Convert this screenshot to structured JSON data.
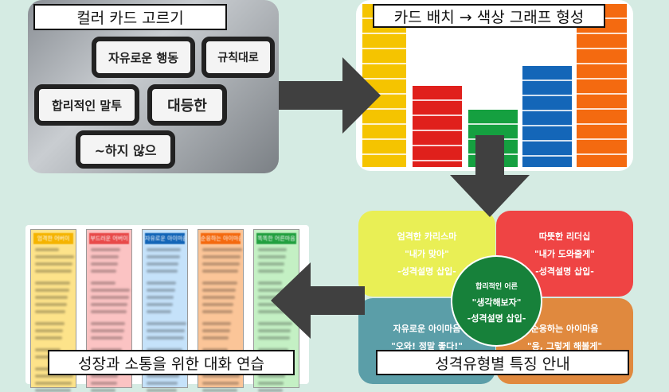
{
  "panels": {
    "card_select": {
      "label": "컬러 카드 고르기",
      "cards": [
        "자유로운 행동",
        "합리적인 말투",
        "대등한",
        "규칙대로",
        "~하지 않으"
      ]
    },
    "graph": {
      "label": "카드 배치 → 색상 그래프 형성",
      "columns": [
        {
          "color": "#f5c400",
          "level": 1.0
        },
        {
          "color": "#e0201c",
          "level": 0.5
        },
        {
          "color": "#15a040",
          "level": 0.35
        },
        {
          "color": "#1466b8",
          "level": 0.62
        },
        {
          "color": "#f46a10",
          "level": 1.0
        }
      ]
    },
    "types": {
      "label": "성격유형별 특징 안내",
      "quadrants": [
        {
          "title": "엄격한 카리스마",
          "quote": "\"내가 맞아\"",
          "desc": "-성격설명 삽입-",
          "color": "#e9ef55"
        },
        {
          "title": "따뜻한 리더십",
          "quote": "\"내가 도와줄게\"",
          "desc": "-성격설명 삽입-",
          "color": "#ef4444"
        },
        {
          "title": "자유로운 아이마음",
          "quote": "\"오와! 정말 좋다!\"",
          "desc": "",
          "color": "#5b9ea8"
        },
        {
          "title": "순응하는 아이마음",
          "quote": "\"응, 그렇게 해볼게\"",
          "desc": "",
          "color": "#e0893e"
        }
      ],
      "center": {
        "title": "합리적인 어른",
        "quote": "\"생각해보자\"",
        "desc": "-성격설명 삽입-",
        "color": "#17813a"
      }
    },
    "practice": {
      "label": "성장과 소통을 위한 대화 연습",
      "columns": [
        {
          "header": "엄격한 어버이",
          "bg": "#fde38a",
          "head": "#f5b400"
        },
        {
          "header": "부드러운 어버이",
          "bg": "#fbc3c3",
          "head": "#e84a4a"
        },
        {
          "header": "자유로운 아이마음",
          "bg": "#c5e2fa",
          "head": "#1466b8"
        },
        {
          "header": "순응하는 아이마음",
          "bg": "#fbc598",
          "head": "#f46a10"
        },
        {
          "header": "똑똑한 어른마음",
          "bg": "#c4f0c4",
          "head": "#22a040"
        }
      ]
    }
  }
}
